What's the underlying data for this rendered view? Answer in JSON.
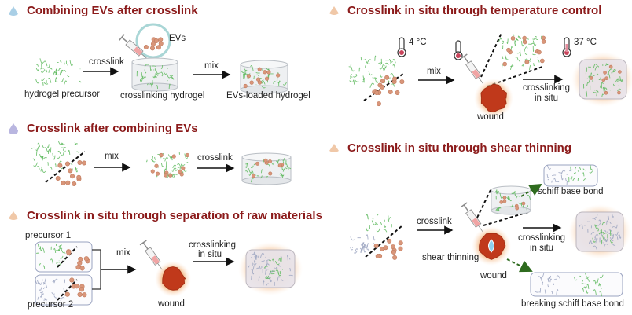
{
  "panels": {
    "p1": {
      "title": "Combining EVs after crosslink",
      "icon_color": "#a9cfe6",
      "labels": {
        "evs": "EVs",
        "crosslink": "crosslink",
        "mix": "mix",
        "precursor": "hydrogel precursor",
        "crosslinking_hydrogel": "crosslinking hydrogel",
        "loaded": "EVs-loaded hydrogel"
      }
    },
    "p2": {
      "title": "Crosslink after combining EVs",
      "icon_color": "#b9b6e0",
      "labels": {
        "mix": "mix",
        "crosslink": "crosslink"
      }
    },
    "p3": {
      "title": "Crosslink in situ through separation of raw materials",
      "icon_color": "#f0c8a8",
      "labels": {
        "precursor1": "precursor 1",
        "precursor2": "precursor 2",
        "mix": "mix",
        "wound": "wound",
        "crosslinking": "crosslinking",
        "in_situ": "in situ"
      }
    },
    "p4": {
      "title": "Crosslink in situ through temperature control",
      "icon_color": "#f0c8a8",
      "labels": {
        "temp_cold": "4 °C",
        "temp_warm": "37 °C",
        "mix": "mix",
        "wound": "wound",
        "crosslinking": "crosslinking",
        "in_situ": "in situ"
      }
    },
    "p5": {
      "title": "Crosslink in situ through shear thinning",
      "icon_color": "#f0c8a8",
      "labels": {
        "crosslink": "crosslink",
        "shear": "shear thinning",
        "wound": "wound",
        "crosslinking": "crosslinking",
        "in_situ": "in situ",
        "schiff": "schiff  base bond",
        "breaking": "breaking schiff  base bond"
      }
    }
  },
  "colors": {
    "title": "#8b1a1a",
    "network_green": "#5cb85c",
    "network_gray": "#9aa3c0",
    "ev_dot": "#d9967a",
    "wound": "#c0391b",
    "dashed_arrow": "#2e6b1e"
  }
}
